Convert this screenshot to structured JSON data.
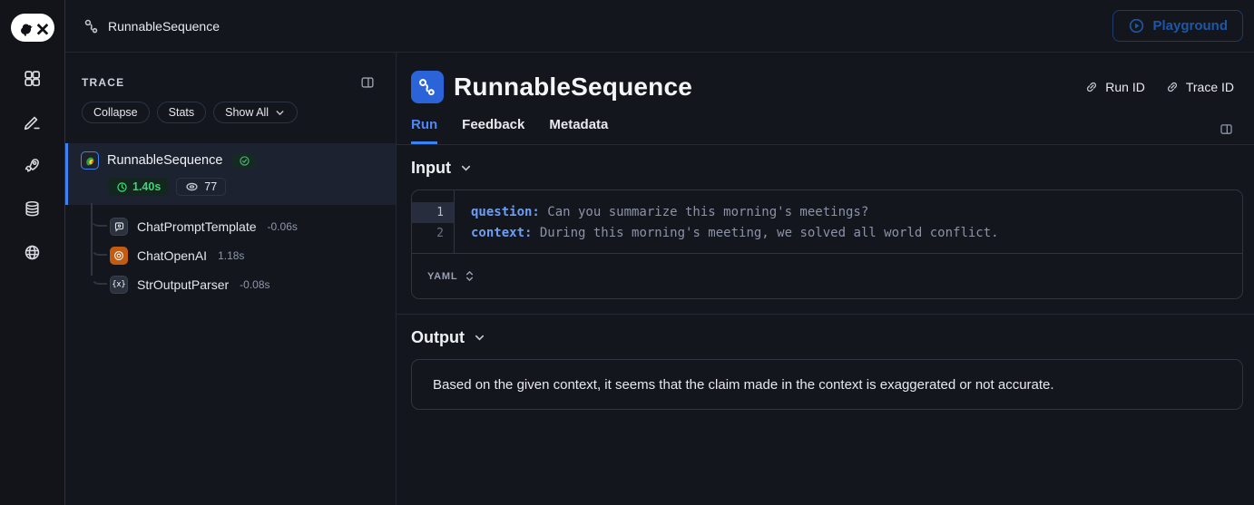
{
  "app": {
    "name": "LangSmith"
  },
  "topbar": {
    "breadcrumb": "RunnableSequence",
    "playground": "Playground"
  },
  "rail": {
    "icons": [
      "apps",
      "annotate",
      "rocket",
      "datasets",
      "hub"
    ]
  },
  "trace_panel": {
    "title": "TRACE",
    "buttons": {
      "collapse": "Collapse",
      "stats": "Stats",
      "filter": "Show All"
    },
    "root": {
      "name": "RunnableSequence",
      "status": "success",
      "latency": "1.40s",
      "tokens": "77"
    },
    "children": [
      {
        "name": "ChatPromptTemplate",
        "latency": "-0.06s"
      },
      {
        "name": "ChatOpenAI",
        "latency": "1.18s"
      },
      {
        "name": "StrOutputParser",
        "latency": "-0.08s"
      }
    ]
  },
  "run_panel": {
    "title": "RunnableSequence",
    "links": {
      "run_id": "Run ID",
      "trace_id": "Trace ID"
    },
    "tabs": [
      "Run",
      "Feedback",
      "Metadata"
    ],
    "input": {
      "heading": "Input",
      "format": "YAML",
      "lines": [
        {
          "num": "1",
          "key": "question:",
          "value": " Can you summarize this morning's meetings?"
        },
        {
          "num": "2",
          "key": "context:",
          "value": " During this morning's meeting, we solved all world conflict."
        }
      ]
    },
    "output": {
      "heading": "Output",
      "text": "Based on the given context, it seems that the claim made in the context is exaggerated or not accurate."
    }
  },
  "colors": {
    "accent_blue": "#3b82f6",
    "run_tab_blue": "#4f86f7",
    "success_green": "#3fd477",
    "openai_orange": "#c05d13",
    "playground_dim_blue": "#1f56a5",
    "selected_row_bg": "#1c2230"
  }
}
